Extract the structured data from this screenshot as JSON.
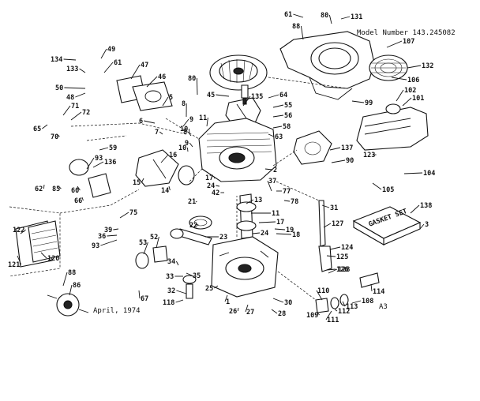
{
  "header": {
    "model": "Model Number 143.245082"
  },
  "footer": {
    "date": "April, 1974",
    "code": "A3"
  },
  "box_label": "GASKET SET",
  "callouts": [
    {
      "label": "61"
    },
    {
      "label": "80"
    },
    {
      "label": "131"
    },
    {
      "label": "88"
    },
    {
      "label": "49"
    },
    {
      "label": "134"
    },
    {
      "label": "61"
    },
    {
      "label": "133"
    },
    {
      "label": "47"
    },
    {
      "label": "50"
    },
    {
      "label": "48"
    },
    {
      "label": "46"
    },
    {
      "label": "80"
    },
    {
      "label": "107"
    },
    {
      "label": "132"
    },
    {
      "label": "106"
    },
    {
      "label": "102"
    },
    {
      "label": "101"
    },
    {
      "label": "5"
    },
    {
      "label": "45"
    },
    {
      "label": "135"
    },
    {
      "label": "64"
    },
    {
      "label": "55"
    },
    {
      "label": "56"
    },
    {
      "label": "99"
    },
    {
      "label": "71"
    },
    {
      "label": "72"
    },
    {
      "label": "6"
    },
    {
      "label": "8"
    },
    {
      "label": "9"
    },
    {
      "label": "7"
    },
    {
      "label": "10"
    },
    {
      "label": "11"
    },
    {
      "label": "65"
    },
    {
      "label": "70"
    },
    {
      "label": "8"
    },
    {
      "label": "9"
    },
    {
      "label": "10"
    },
    {
      "label": "58"
    },
    {
      "label": "63"
    },
    {
      "label": "59"
    },
    {
      "label": "137"
    },
    {
      "label": "123"
    },
    {
      "label": "90"
    },
    {
      "label": "136"
    },
    {
      "label": "93"
    },
    {
      "label": "16"
    },
    {
      "label": "15"
    },
    {
      "label": "14"
    },
    {
      "label": "17"
    },
    {
      "label": "2"
    },
    {
      "label": "104"
    },
    {
      "label": "62"
    },
    {
      "label": "85"
    },
    {
      "label": "60"
    },
    {
      "label": "66"
    },
    {
      "label": "24"
    },
    {
      "label": "42"
    },
    {
      "label": "37"
    },
    {
      "label": "77"
    },
    {
      "label": "78"
    },
    {
      "label": "105"
    },
    {
      "label": "13"
    },
    {
      "label": "21"
    },
    {
      "label": "31"
    },
    {
      "label": "138"
    },
    {
      "label": "3"
    },
    {
      "label": "75"
    },
    {
      "label": "11"
    },
    {
      "label": "22"
    },
    {
      "label": "17"
    },
    {
      "label": "19"
    },
    {
      "label": "127"
    },
    {
      "label": "122"
    },
    {
      "label": "39"
    },
    {
      "label": "24"
    },
    {
      "label": "18"
    },
    {
      "label": "36"
    },
    {
      "label": "23"
    },
    {
      "label": "93"
    },
    {
      "label": "53"
    },
    {
      "label": "52"
    },
    {
      "label": "124"
    },
    {
      "label": "121"
    },
    {
      "label": "120"
    },
    {
      "label": "34"
    },
    {
      "label": "35"
    },
    {
      "label": "125"
    },
    {
      "label": "126"
    },
    {
      "label": "88"
    },
    {
      "label": "33"
    },
    {
      "label": "128"
    },
    {
      "label": "86"
    },
    {
      "label": "25"
    },
    {
      "label": "67"
    },
    {
      "label": "114"
    },
    {
      "label": "32"
    },
    {
      "label": "110"
    },
    {
      "label": "108"
    },
    {
      "label": "118"
    },
    {
      "label": "30"
    },
    {
      "label": "113"
    },
    {
      "label": "26"
    },
    {
      "label": "27"
    },
    {
      "label": "28"
    },
    {
      "label": "109"
    },
    {
      "label": "112"
    },
    {
      "label": "111"
    },
    {
      "label": "1"
    }
  ]
}
